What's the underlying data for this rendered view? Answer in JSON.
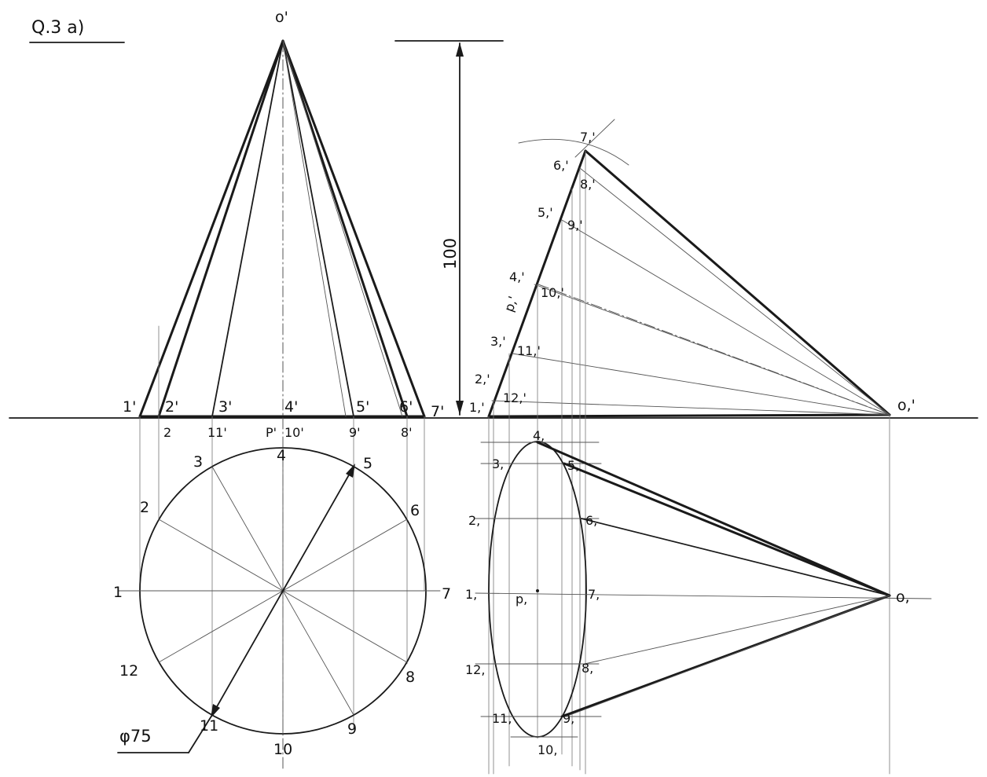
{
  "title": "Q.3 a)",
  "dimensions": {
    "height": "100",
    "diameter": "φ75"
  },
  "labels": {
    "apex_front": "o'",
    "apex_tilted": "o,'",
    "apex_top_tilted": "o,",
    "centre_top": "p,",
    "centre_front_tilted": "p,'",
    "front": [
      "1'",
      "2'",
      "3'",
      "4'",
      "5'",
      "6'",
      "7'"
    ],
    "front_hidden": [
      "2",
      "11'",
      "P'",
      "10'",
      "9'",
      "8'"
    ],
    "circle": [
      "1",
      "2",
      "3",
      "4",
      "5",
      "6",
      "7",
      "8",
      "9",
      "10",
      "11",
      "12"
    ],
    "tilted_front": [
      "1,'",
      "2,'",
      "12,'",
      "3,'",
      "11,'",
      "4,'",
      "10,'",
      "5,'",
      "9,'",
      "6,'",
      "8,'",
      "7,'"
    ],
    "tilted_top": [
      "1,",
      "2,",
      "3,",
      "4,",
      "5,",
      "6,",
      "7,",
      "8,",
      "9,",
      "10,",
      "11,",
      "12,"
    ]
  }
}
